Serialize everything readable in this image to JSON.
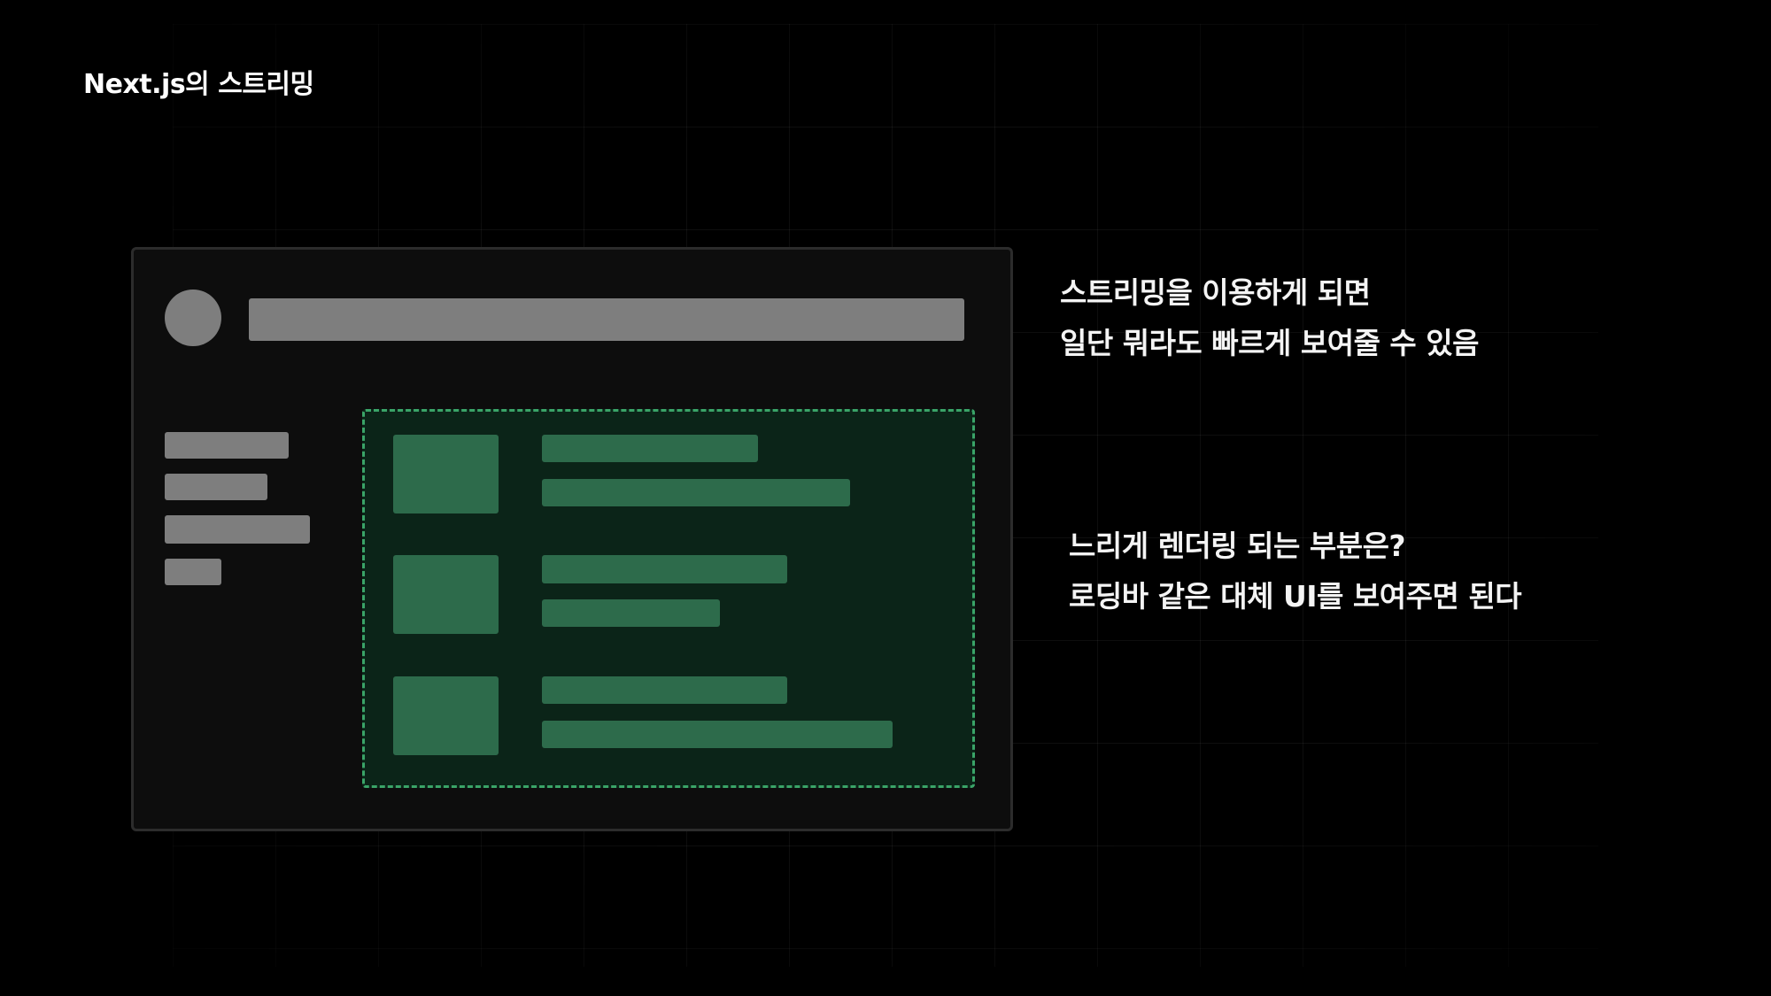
{
  "page": {
    "title": "Next.js의 스트리밍"
  },
  "annotations": {
    "streaming_benefit": {
      "line1": "스트리밍을 이용하게 되면",
      "line2": "일단 뭐라도 빠르게 보여줄 수 있음"
    },
    "slow_render": {
      "line1": "느리게 렌더링 되는 부분은?",
      "line2": "로딩바 같은 대체 UI를 보여주면 된다"
    }
  },
  "colors": {
    "background": "#000000",
    "skeleton_gray": "#7e7e7e",
    "streaming_fill": "#0b2418",
    "streaming_border": "#3aa468",
    "streaming_block": "#2d6b4b"
  },
  "icons": {
    "avatar": "circle-placeholder"
  }
}
